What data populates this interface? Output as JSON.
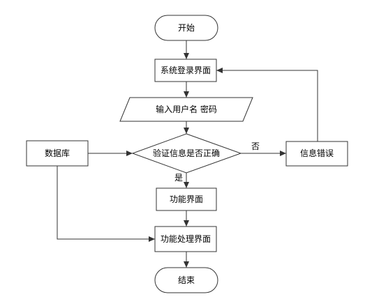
{
  "diagram": {
    "nodes": {
      "start": "开始",
      "login": "系统登录界面",
      "input": "输入用户名 密码",
      "database": "数据库",
      "verify": "验证信息是否正确",
      "error": "信息错误",
      "function": "功能界面",
      "process": "功能处理界面",
      "end": "结束"
    },
    "edges": {
      "no": "否",
      "yes": "是"
    }
  }
}
